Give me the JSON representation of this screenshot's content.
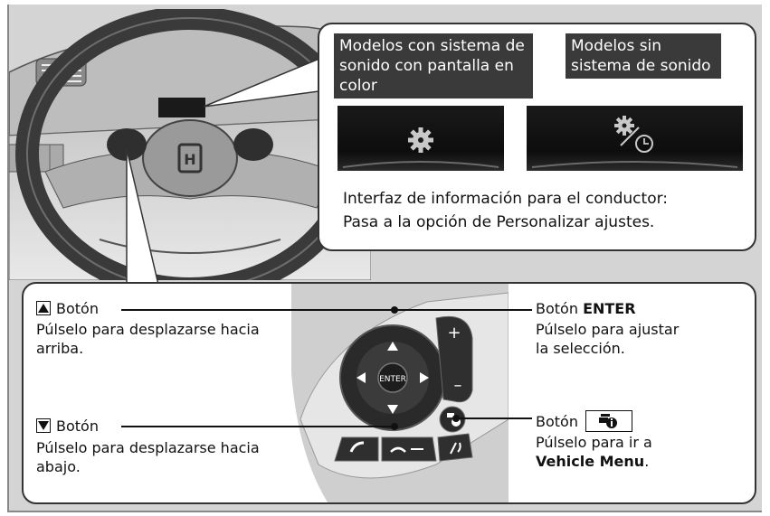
{
  "callout_top": {
    "label_color_display": "Modelos con sistema de sonido con pantalla en color",
    "label_color_display_lines": [
      "Modelos con sistema de",
      "sonido con pantalla en",
      "color"
    ],
    "label_no_audio_lines": [
      "Modelos sin",
      "sistema de sonido"
    ],
    "description_lines": [
      "Interfaz de información para el conductor:",
      "Pasa a la opción de Personalizar ajustes."
    ]
  },
  "buttons": {
    "up": {
      "title": "Botón",
      "desc_lines": [
        "Púlselo para desplazarse hacia",
        "arriba."
      ]
    },
    "down": {
      "title": "Botón",
      "desc_lines": [
        "Púlselo para desplazarse hacia",
        "abajo."
      ]
    },
    "enter": {
      "title_prefix": "Botón ",
      "title_bold": "ENTER",
      "desc_lines": [
        "Púlselo para ajustar",
        "la selección."
      ]
    },
    "info": {
      "title": "Botón",
      "desc_line1": "Púlselo para ir a",
      "desc_bold": "Vehicle Menu",
      "desc_suffix": "."
    }
  },
  "wheel_labels": {
    "enter": "ENTER",
    "plus": "+",
    "minus": "–"
  },
  "colors": {
    "frame_bg": "#d4d4d4",
    "tag_bg": "#3a3a3a",
    "screen_bg": "#111111"
  }
}
